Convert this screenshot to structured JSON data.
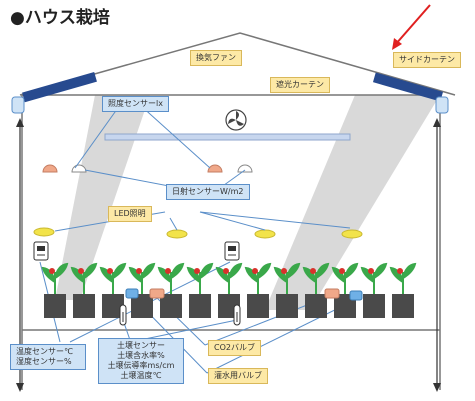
{
  "title": "●ハウス栽培",
  "labels": {
    "fan": "換気ファン",
    "side_curtain": "サイドカーテン",
    "shade_curtain": "遮光カーテン",
    "illuminance_sensor": "照度センサーlx",
    "solar_sensor": "日射センサーW/m2",
    "led": "LED照明",
    "temp_humidity": [
      "温度センサー℃",
      "湿度センサー%"
    ],
    "soil_sensor": [
      "土壌センサー",
      "土壌含水率%",
      "土壌伝導率ms/cm",
      "土壌温度℃"
    ],
    "co2_valve": "CO2バルブ",
    "irrigation_valve": "灌水用バルブ"
  },
  "colors": {
    "sun_beam": "#d9d9d9",
    "label_yellow": "#fde9a6",
    "label_blue": "#cfe3f6",
    "led": "#f2e34a",
    "sensor_orange": "#f0a889",
    "plant": "#3aa84a",
    "soil": "#4a4a4a",
    "leader": "#5b8fc9",
    "arrow": "#e02020"
  }
}
